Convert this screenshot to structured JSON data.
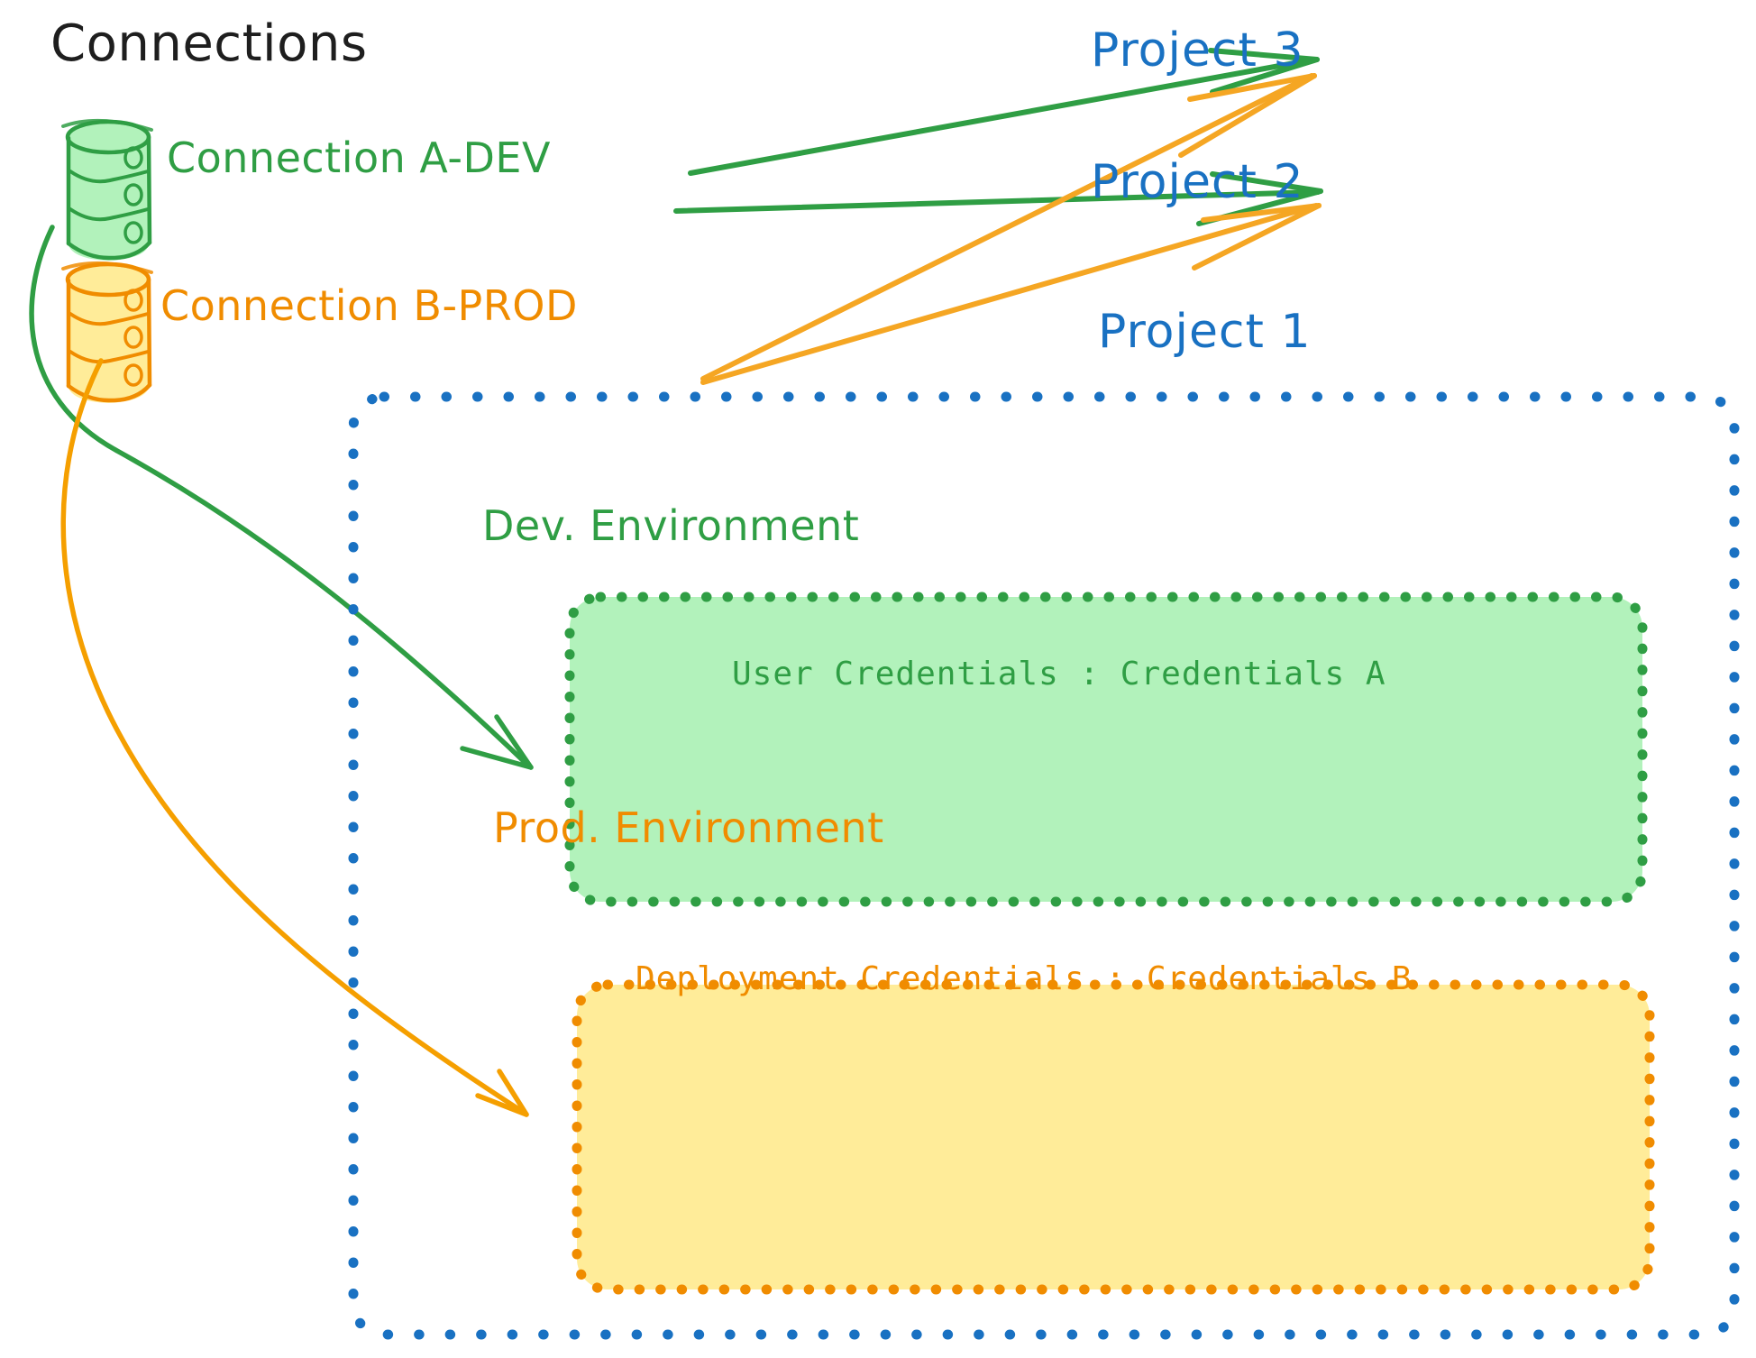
{
  "diagram": {
    "title": "Connections",
    "connections": [
      {
        "id": "connection-a-dev",
        "label": "Connection A-DEV",
        "icon": "database-icon",
        "color": "#2f9e44",
        "fill": "#b2f2bb"
      },
      {
        "id": "connection-b-prod",
        "label": "Connection B-PROD",
        "icon": "database-icon",
        "color": "#f08c00",
        "fill": "#ffec99"
      }
    ],
    "projects": [
      {
        "id": "project-3",
        "label": "Project 3"
      },
      {
        "id": "project-2",
        "label": "Project 2"
      },
      {
        "id": "project-1",
        "label": "Project 1"
      }
    ],
    "project_container": {
      "label": "Project 1",
      "border_color": "#1971c2",
      "border_style": "dotted"
    },
    "environments": [
      {
        "id": "dev-environment",
        "title": "Dev. Environment",
        "credentials_label": "User Credentials : Credentials A",
        "color": "#2f9e44",
        "fill": "#b2f2bb"
      },
      {
        "id": "prod-environment",
        "title": "Prod. Environment",
        "credentials_label": "Deployment Credentials : Credentials B",
        "color": "#f08c00",
        "fill": "#ffec99"
      }
    ],
    "edges": [
      {
        "from": "connection-a-dev",
        "to": "project-3",
        "color": "#2f9e44"
      },
      {
        "from": "connection-a-dev",
        "to": "project-2",
        "color": "#2f9e44"
      },
      {
        "from": "connection-a-dev",
        "to": "dev-environment",
        "color": "#2f9e44"
      },
      {
        "from": "connection-b-prod",
        "to": "project-3",
        "color": "#f5a623"
      },
      {
        "from": "connection-b-prod",
        "to": "project-2",
        "color": "#f5a623"
      },
      {
        "from": "connection-b-prod",
        "to": "prod-environment",
        "color": "#f59f00"
      }
    ],
    "colors": {
      "title_text": "#1e1e1e",
      "green_stroke": "#2f9e44",
      "green_fill": "#b2f2bb",
      "orange_stroke": "#f08c00",
      "orange_fill": "#ffec99",
      "arrow_orange": "#f5a623",
      "blue": "#1971c2"
    }
  }
}
